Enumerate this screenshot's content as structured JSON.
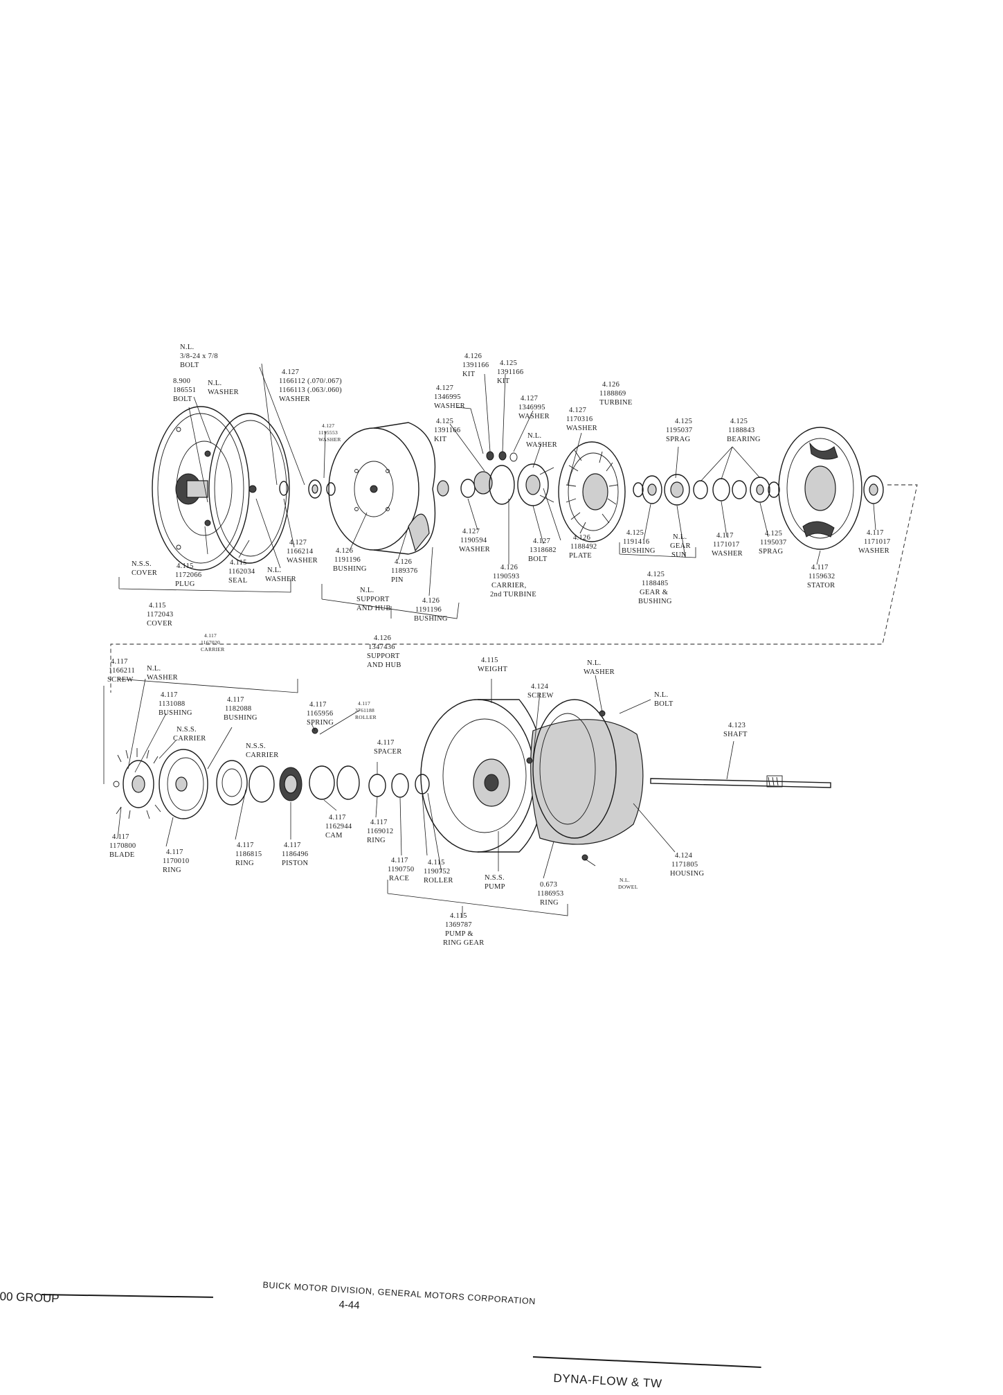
{
  "footer": {
    "group": "00 GROUP",
    "division": "BUICK MOTOR DIVISION, GENERAL MOTORS CORPORATION",
    "page": "4-44",
    "section": "DYNA-FLOW & TW"
  },
  "callouts": {
    "nl_bolt_top": [
      "N.L.",
      "3/8-24 x 7/8",
      "BOLT"
    ],
    "bolt_8900": [
      "8.900",
      "186551",
      "BOLT"
    ],
    "washer_nl_1": [
      "N.L.",
      "WASHER"
    ],
    "washer_4127_a": [
      "4.127",
      "1166112 (.070/.067)",
      "1166113 (.063/.060)",
      "WASHER"
    ],
    "washer_4127_small": [
      "4.127",
      "1195553",
      "WASHER"
    ],
    "kit_4126": [
      "4.126",
      "1391166",
      "KIT"
    ],
    "kit_4125_top": [
      "4.125",
      "1391166",
      "KIT"
    ],
    "washer_4127_b": [
      "4.127",
      "1346995",
      "WASHER"
    ],
    "kit_4125": [
      "4.125",
      "1391166",
      "KIT"
    ],
    "washer_4127_c": [
      "4.127",
      "1346995",
      "WASHER"
    ],
    "washer_4127_d": [
      "4.127",
      "1170316",
      "WASHER"
    ],
    "washer_nl_2": [
      "N.L.",
      "WASHER"
    ],
    "turbine": [
      "4.126",
      "1188869",
      "TURBINE"
    ],
    "sprag_top": [
      "4.125",
      "1195037",
      "SPRAG"
    ],
    "bearing": [
      "4.125",
      "1188843",
      "BEARING"
    ],
    "nss_cover": [
      "N.S.S.",
      "COVER"
    ],
    "plug": [
      "4.115",
      "1172066",
      "PLUG"
    ],
    "seal": [
      "4.115",
      "1162034",
      "SEAL"
    ],
    "washer_nl_3": [
      "N.L.",
      "WASHER"
    ],
    "washer_4127_e": [
      "4.127",
      "1166214",
      "WASHER"
    ],
    "cover_4115": [
      "4.115",
      "1172043",
      "COVER"
    ],
    "bushing_4126": [
      "4.126",
      "1191196",
      "BUSHING"
    ],
    "pin": [
      "4.126",
      "1189376",
      "PIN"
    ],
    "support_hub_nl": [
      "N.L.",
      "SUPPORT",
      "AND HUB"
    ],
    "bushing_4126_b": [
      "4.126",
      "1191196",
      "BUSHING"
    ],
    "support_hub": [
      "4.126",
      "1347436",
      "SUPPORT",
      "AND HUB"
    ],
    "washer_4127_f": [
      "4.127",
      "1190594",
      "WASHER"
    ],
    "carrier_2nd": [
      "4.126",
      "1190593",
      "CARRIER,",
      "2nd TURBINE"
    ],
    "bolt_plate": [
      "4.127",
      "1318682",
      "BOLT"
    ],
    "plate": [
      "4.126",
      "1188492",
      "PLATE"
    ],
    "bushing_4125": [
      "4.125",
      "1191416",
      "BUSHING"
    ],
    "gear_sun": [
      "N.L.",
      "GEAR",
      "SUN"
    ],
    "gear_bushing": [
      "4.125",
      "1188485",
      "GEAR &",
      "BUSHING"
    ],
    "washer_4117_a": [
      "4.117",
      "1171017",
      "WASHER"
    ],
    "sprag_b": [
      "4.125",
      "1195037",
      "SPRAG"
    ],
    "stator": [
      "4.117",
      "1159632",
      "STATOR"
    ],
    "washer_4117_b": [
      "4.117",
      "1171017",
      "WASHER"
    ],
    "carrier_4117": [
      "4.117",
      "1167020",
      "CARRIER"
    ],
    "screw_4117": [
      "4.117",
      "1166211",
      "SCREW"
    ],
    "washer_nl_4": [
      "N.L.",
      "WASHER"
    ],
    "bushing_4117_a": [
      "4.117",
      "1131088",
      "BUSHING"
    ],
    "bushing_4117_b": [
      "4.117",
      "1182088",
      "BUSHING"
    ],
    "nss_carrier_a": [
      "N.S.S.",
      "CARRIER"
    ],
    "nss_carrier_b": [
      "N.S.S.",
      "CARRIER"
    ],
    "spring": [
      "4.117",
      "1165956",
      "SPRING"
    ],
    "roller_4117": [
      "4.117",
      "3761188",
      "ROLLER"
    ],
    "spacer": [
      "4.117",
      "SPACER"
    ],
    "weight": [
      "4.115",
      "WEIGHT"
    ],
    "screw_4124": [
      "4.124",
      "SCREW"
    ],
    "washer_nl_5": [
      "N.L.",
      "WASHER"
    ],
    "bolt_nl": [
      "N.L.",
      "BOLT"
    ],
    "shaft": [
      "4.123",
      "SHAFT"
    ],
    "blade": [
      "4.117",
      "1170800",
      "BLADE"
    ],
    "ring_4117_a": [
      "4.117",
      "1170010",
      "RING"
    ],
    "ring_4117_b": [
      "4.117",
      "1186815",
      "RING"
    ],
    "piston": [
      "4.117",
      "1186496",
      "PISTON"
    ],
    "cam": [
      "4.117",
      "1162944",
      "CAM"
    ],
    "ring_4117_c": [
      "4.117",
      "1169012",
      "RING"
    ],
    "race": [
      "4.117",
      "1190750",
      "RACE"
    ],
    "roller_4115": [
      "4.115",
      "1190752",
      "ROLLER"
    ],
    "nss_pump": [
      "N.S.S.",
      "PUMP"
    ],
    "ring_0673": [
      "0.673",
      "1186953",
      "RING"
    ],
    "dowel": [
      "N.L.",
      "DOWEL"
    ],
    "housing": [
      "4.124",
      "1171805",
      "HOUSING"
    ],
    "pump_ring_gear": [
      "4.115",
      "1369787",
      "PUMP &",
      "RING GEAR"
    ]
  }
}
